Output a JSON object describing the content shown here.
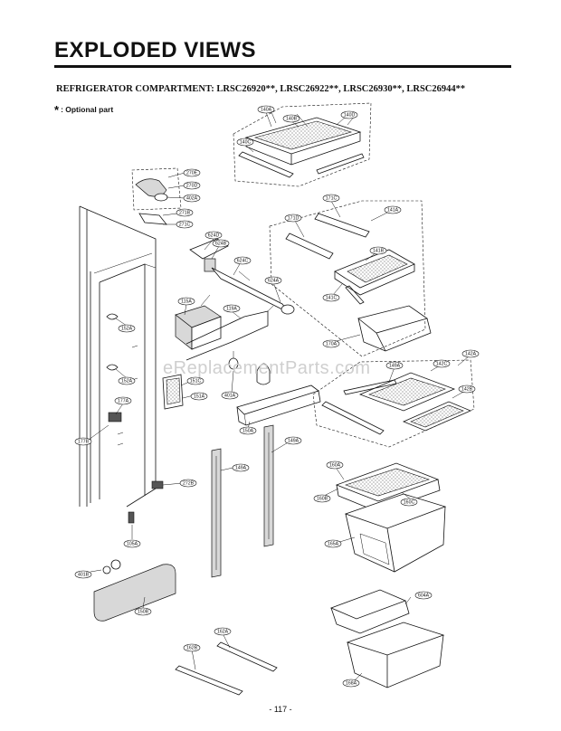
{
  "page": {
    "title": "EXPLODED VIEWS",
    "subtitle": "REFRIGERATOR COMPARTMENT: LRSC26920**, LRSC26922**, LRSC26930**, LRSC26944**",
    "note_star": "*",
    "note_text": ": Optional part",
    "watermark": "eReplacementParts.com",
    "page_number": "- 117 -"
  },
  "parts": {
    "p140A": "140A",
    "p140B": "140B",
    "p140D": "140D",
    "p140C": "140C",
    "p270E": "270E",
    "p270D": "270D",
    "p402A": "402A",
    "p271B": "271B",
    "p271C": "271C",
    "p171C": "171C",
    "p141A": "141A",
    "p171D": "171D",
    "p141B": "141B",
    "p141C": "141C",
    "p170A": "170A",
    "p624D": "624D",
    "p624B": "624B",
    "p624C": "624C",
    "p624A": "624A",
    "p115A": "115A",
    "p119A": "119A",
    "p152A_1": "152A",
    "p152A_2": "152A",
    "p177A": "177A",
    "p177B": "177B",
    "p151C": "151C",
    "p151A": "151A",
    "p401A": "401A",
    "p142A": "142A",
    "p142C": "142C",
    "p142B": "142B",
    "p150A": "150A",
    "p149A_1": "149A",
    "p149A_2": "149A",
    "p160A": "160A",
    "p160B": "160B",
    "p160C": "160C",
    "p272B": "272B",
    "p105A": "105A",
    "p165A": "165A",
    "p401B": "401B",
    "p150B": "150B",
    "p604A": "604A",
    "p162A": "162A",
    "p162B": "162B",
    "p168A": "168A"
  }
}
